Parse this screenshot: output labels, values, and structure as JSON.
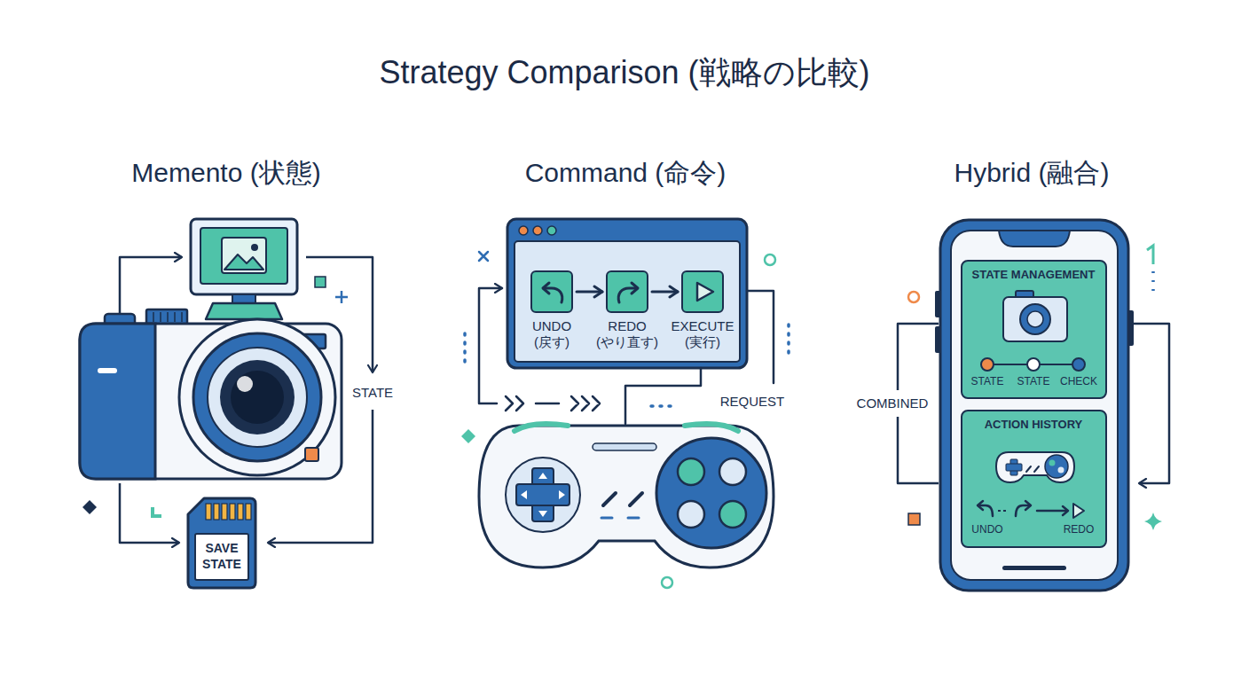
{
  "diagram": {
    "title": "Strategy Comparison (戦略の比較)",
    "nodes": [
      {
        "text": [
          "SAVE STATE"
        ]
      },
      {
        "text": [
          "UNDO (戻す)"
        ]
      },
      {
        "text": [
          "REDO (やり直す)"
        ]
      },
      {
        "text": [
          "EXECUTE (実行)"
        ]
      },
      {
        "text": [
          "STATE MANAGEMENT",
          "STATE",
          "STATE",
          "CHECK"
        ]
      },
      {
        "text": [
          "ACTION HISTORY",
          "UNDO",
          "REDO"
        ]
      }
    ],
    "edges": [
      {
        "from": 1,
        "to": 2,
        "arrow": "to"
      },
      {
        "from": 2,
        "to": 3,
        "arrow": "to"
      }
    ],
    "labels": [
      "Memento (状態)",
      "Command (命令)",
      "Hybrid (融合)",
      "STATE",
      "REQUEST",
      "COMBINED"
    ]
  }
}
